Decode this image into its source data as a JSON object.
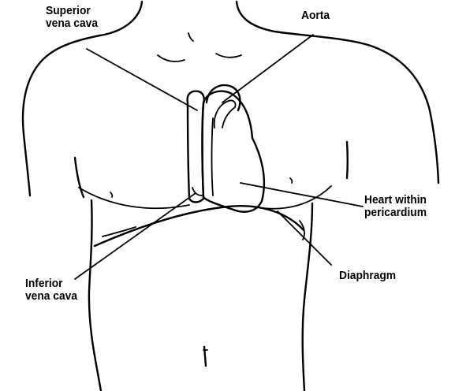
{
  "diagram": {
    "labels": {
      "superior_vena_cava": {
        "line1": "Superior",
        "line2": "vena cava"
      },
      "aorta": {
        "line1": "Aorta"
      },
      "heart": {
        "line1": "Heart within",
        "line2": "pericardium"
      },
      "diaphragm": {
        "line1": "Diaphragm"
      },
      "inferior_vena_cava": {
        "line1": "Inferior",
        "line2": "vena cava"
      }
    },
    "colors": {
      "ink": "#000000",
      "background": "#ffffff"
    }
  }
}
